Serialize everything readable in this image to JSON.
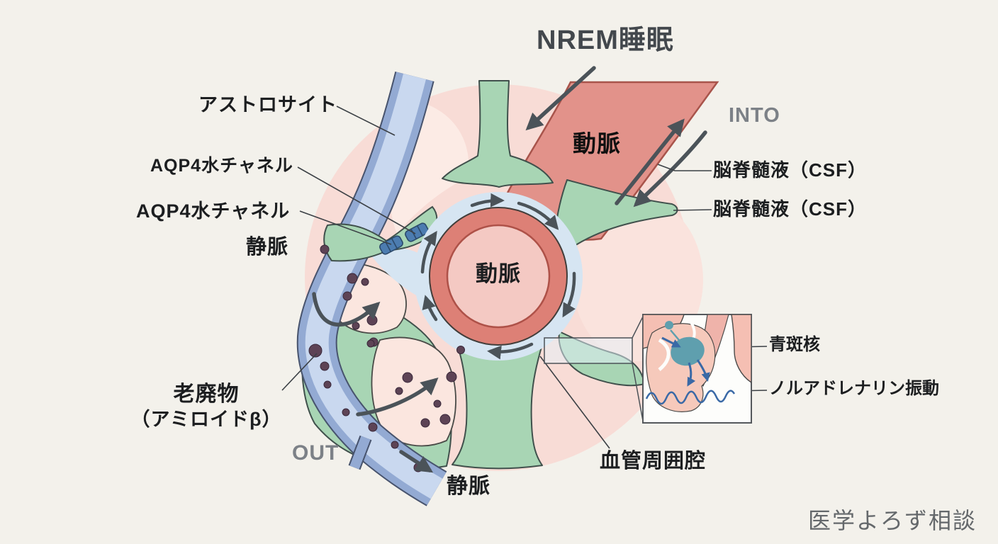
{
  "title": "NREM睡眠",
  "flow": {
    "into": "INTO",
    "out": "OUT"
  },
  "labels": {
    "astrocyte": "アストロサイト",
    "aqp4_channel_upper": "AQP4水チャネル",
    "aqp4_channel_lower": "AQP4水チャネル",
    "vein_upper": "静脈",
    "vein_lower": "静脈",
    "artery_band": "動脈",
    "artery_center": "動脈",
    "csf_upper": "脳脊髄液（CSF）",
    "csf_lower": "脳脊髄液（CSF）",
    "waste_line1": "老廃物",
    "waste_line2": "（アミロイドβ）",
    "perivascular_space": "血管周囲腔",
    "locus_coeruleus": "青斑核",
    "noradrenaline_oscillation": "ノルアドレナリン振動"
  },
  "watermark": "医学よろず相談",
  "colors": {
    "background": "#f3f1eb",
    "halo_pink": "#f8dcd6",
    "parenchyma_pink": "#fbe7e1",
    "artery_red": "#dd8076",
    "artery_band": "#e2928a",
    "artery_lumen": "#f4c9c3",
    "vein_blue": "#93aad3",
    "vein_light": "#c9d8ef",
    "perivascular_blue": "#d6e5f2",
    "endfoot_green": "#a8d5b4",
    "aqp4_blue": "#4c7cb0",
    "flow_arrow_gray": "#4b5359",
    "waste_dot": "#5d4355",
    "locus_teal": "#5f9fae",
    "noradrenaline_blue": "#3a69a6",
    "label_dark": "#1c1e20",
    "label_gray": "#7c8187"
  }
}
